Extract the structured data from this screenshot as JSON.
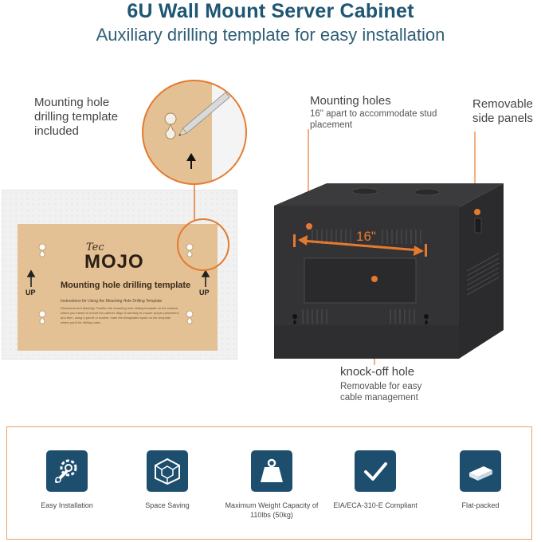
{
  "header": {
    "title": "6U Wall Mount Server Cabinet",
    "subtitle": "Auxiliary drilling template for easy installation"
  },
  "callouts": {
    "template": "Mounting hole drilling template included",
    "holes_title": "Mounting holes",
    "holes_desc": "16\" apart to accommodate stud placement",
    "panels": "Removable side panels",
    "knock_title": "knock-off hole",
    "knock_desc": "Removable for easy cable management",
    "dimension": "16\""
  },
  "template_sheet": {
    "brand_prefix": "Tec",
    "brand": "MOJO",
    "title": "Mounting hole drilling template",
    "subtitle": "Instructions for Using the Mounting Hole Drilling Template",
    "body": "Placement and Marking: Position the mounting hole drilling template on the surface where you intend to mount the cabinet. Align it carefully to ensure proper placement, and then, using a pencil or marker, mark the designated spots on the template where you'll be drilling holes.",
    "up_label": "UP"
  },
  "features": [
    {
      "label": "Easy Installation",
      "icon": "wrench-gear-icon"
    },
    {
      "label": "Space Saving",
      "icon": "cube-icon"
    },
    {
      "label": "Maximum Weight Capacity of 110lbs (50kg)",
      "icon": "weight-icon"
    },
    {
      "label": "EIA/ECA-310-E Compliant",
      "icon": "checkmark-icon"
    },
    {
      "label": "Flat-packed",
      "icon": "box-icon"
    }
  ],
  "colors": {
    "title": "#1f5673",
    "accent": "#e57a2e",
    "icon_bg": "#1e4e6e",
    "template": "#e3c194"
  }
}
